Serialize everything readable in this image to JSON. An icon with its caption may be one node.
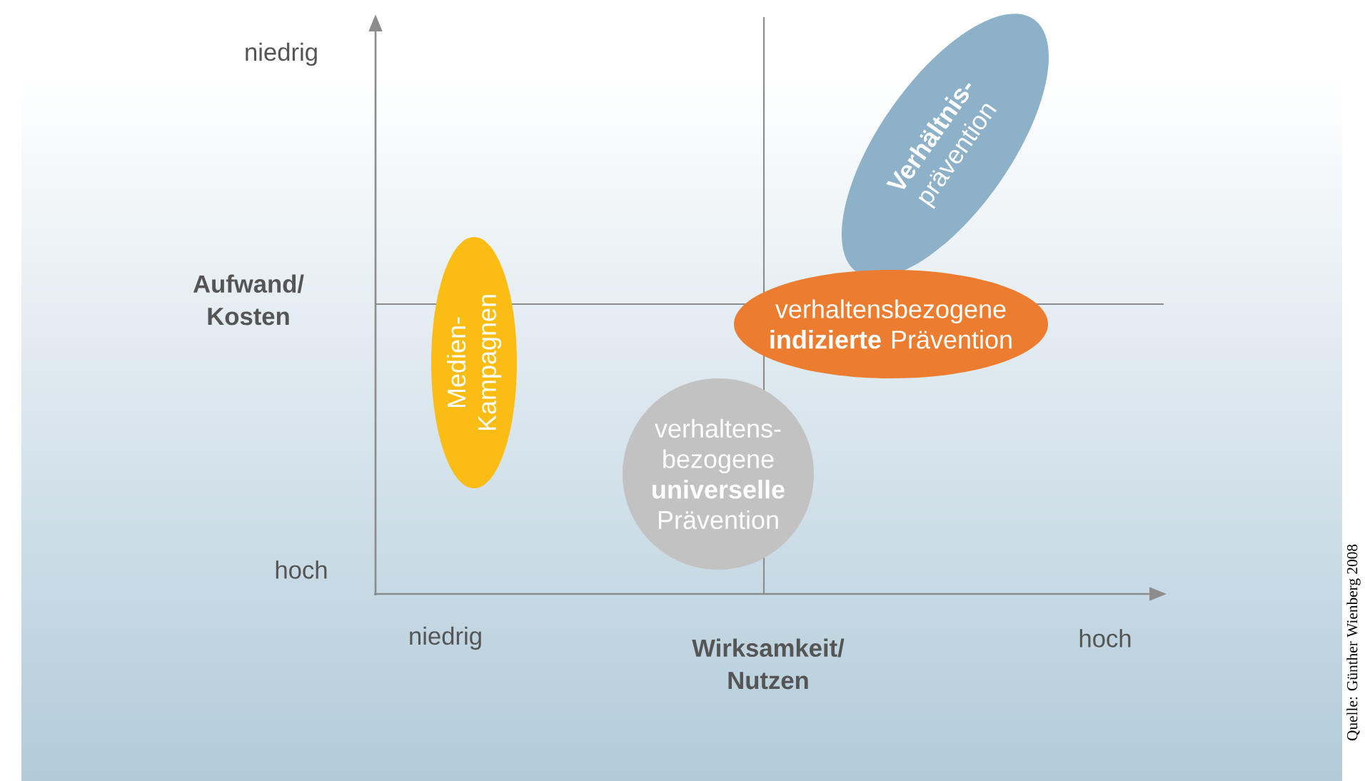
{
  "diagram": {
    "nodes": [
      {
        "text": [
          "**Verhältnis-** prävention"
        ]
      },
      {
        "text": [
          "Medien- Kampagnen"
        ]
      },
      {
        "text": [
          "verhaltensbezogene **indizierte** Prävention"
        ]
      },
      {
        "text": [
          "verhaltens- bezogene **universelle** Prävention"
        ]
      }
    ],
    "labels": [
      "niedrig",
      "Aufwand/ Kosten",
      "hoch",
      "niedrig",
      "Wirksamkeit/ Nutzen",
      "hoch",
      "Quelle: Günther Wienberg 2008"
    ]
  }
}
